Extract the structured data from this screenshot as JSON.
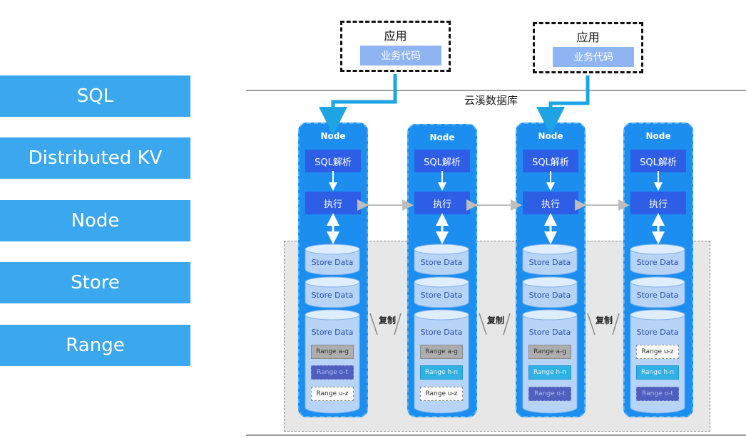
{
  "layers": [
    "SQL",
    "Distributed KV",
    "Node",
    "Store",
    "Range"
  ],
  "apps": [
    {
      "title": "应用",
      "code": "业务代码"
    },
    {
      "title": "应用",
      "code": "业务代码"
    }
  ],
  "database_label": "云溪数据库",
  "replicate_label": "复制",
  "nodes": [
    {
      "title": "Node",
      "sql": "SQL解析",
      "exec": "执行",
      "stores": [
        "Store Data",
        "Store Data",
        "Store Data"
      ],
      "ranges": [
        {
          "label": "Range a-g",
          "style": "gray"
        },
        {
          "label": "Range o-t",
          "style": "dark"
        },
        {
          "label": "Range u-z",
          "style": "white"
        }
      ]
    },
    {
      "title": "Node",
      "sql": "SQL解析",
      "exec": "执行",
      "stores": [
        "Store Data",
        "Store Data",
        "Store Data"
      ],
      "ranges": [
        {
          "label": "Range a-g",
          "style": "gray"
        },
        {
          "label": "Range h-n",
          "style": "cyan"
        },
        {
          "label": "Range u-z",
          "style": "white"
        }
      ]
    },
    {
      "title": "Node",
      "sql": "SQL解析",
      "exec": "执行",
      "stores": [
        "Store Data",
        "Store Data",
        "Store Data"
      ],
      "ranges": [
        {
          "label": "Range a-g",
          "style": "gray"
        },
        {
          "label": "Range h-n",
          "style": "cyan"
        },
        {
          "label": "Range o-t",
          "style": "dark"
        }
      ]
    },
    {
      "title": "Node",
      "sql": "SQL解析",
      "exec": "执行",
      "stores": [
        "Store Data",
        "Store Data",
        "Store Data"
      ],
      "ranges": [
        {
          "label": "Range u-z",
          "style": "white"
        },
        {
          "label": "Range h-n",
          "style": "cyan"
        },
        {
          "label": "Range o-t",
          "style": "dark"
        }
      ]
    }
  ],
  "colors": {
    "layer_button": "#3aa7ee",
    "node_fill": "#1b8ef0",
    "block_fill": "#2e5de6",
    "app_code_fill": "#8fb4f2",
    "store_region_fill": "#e7e7e7"
  }
}
